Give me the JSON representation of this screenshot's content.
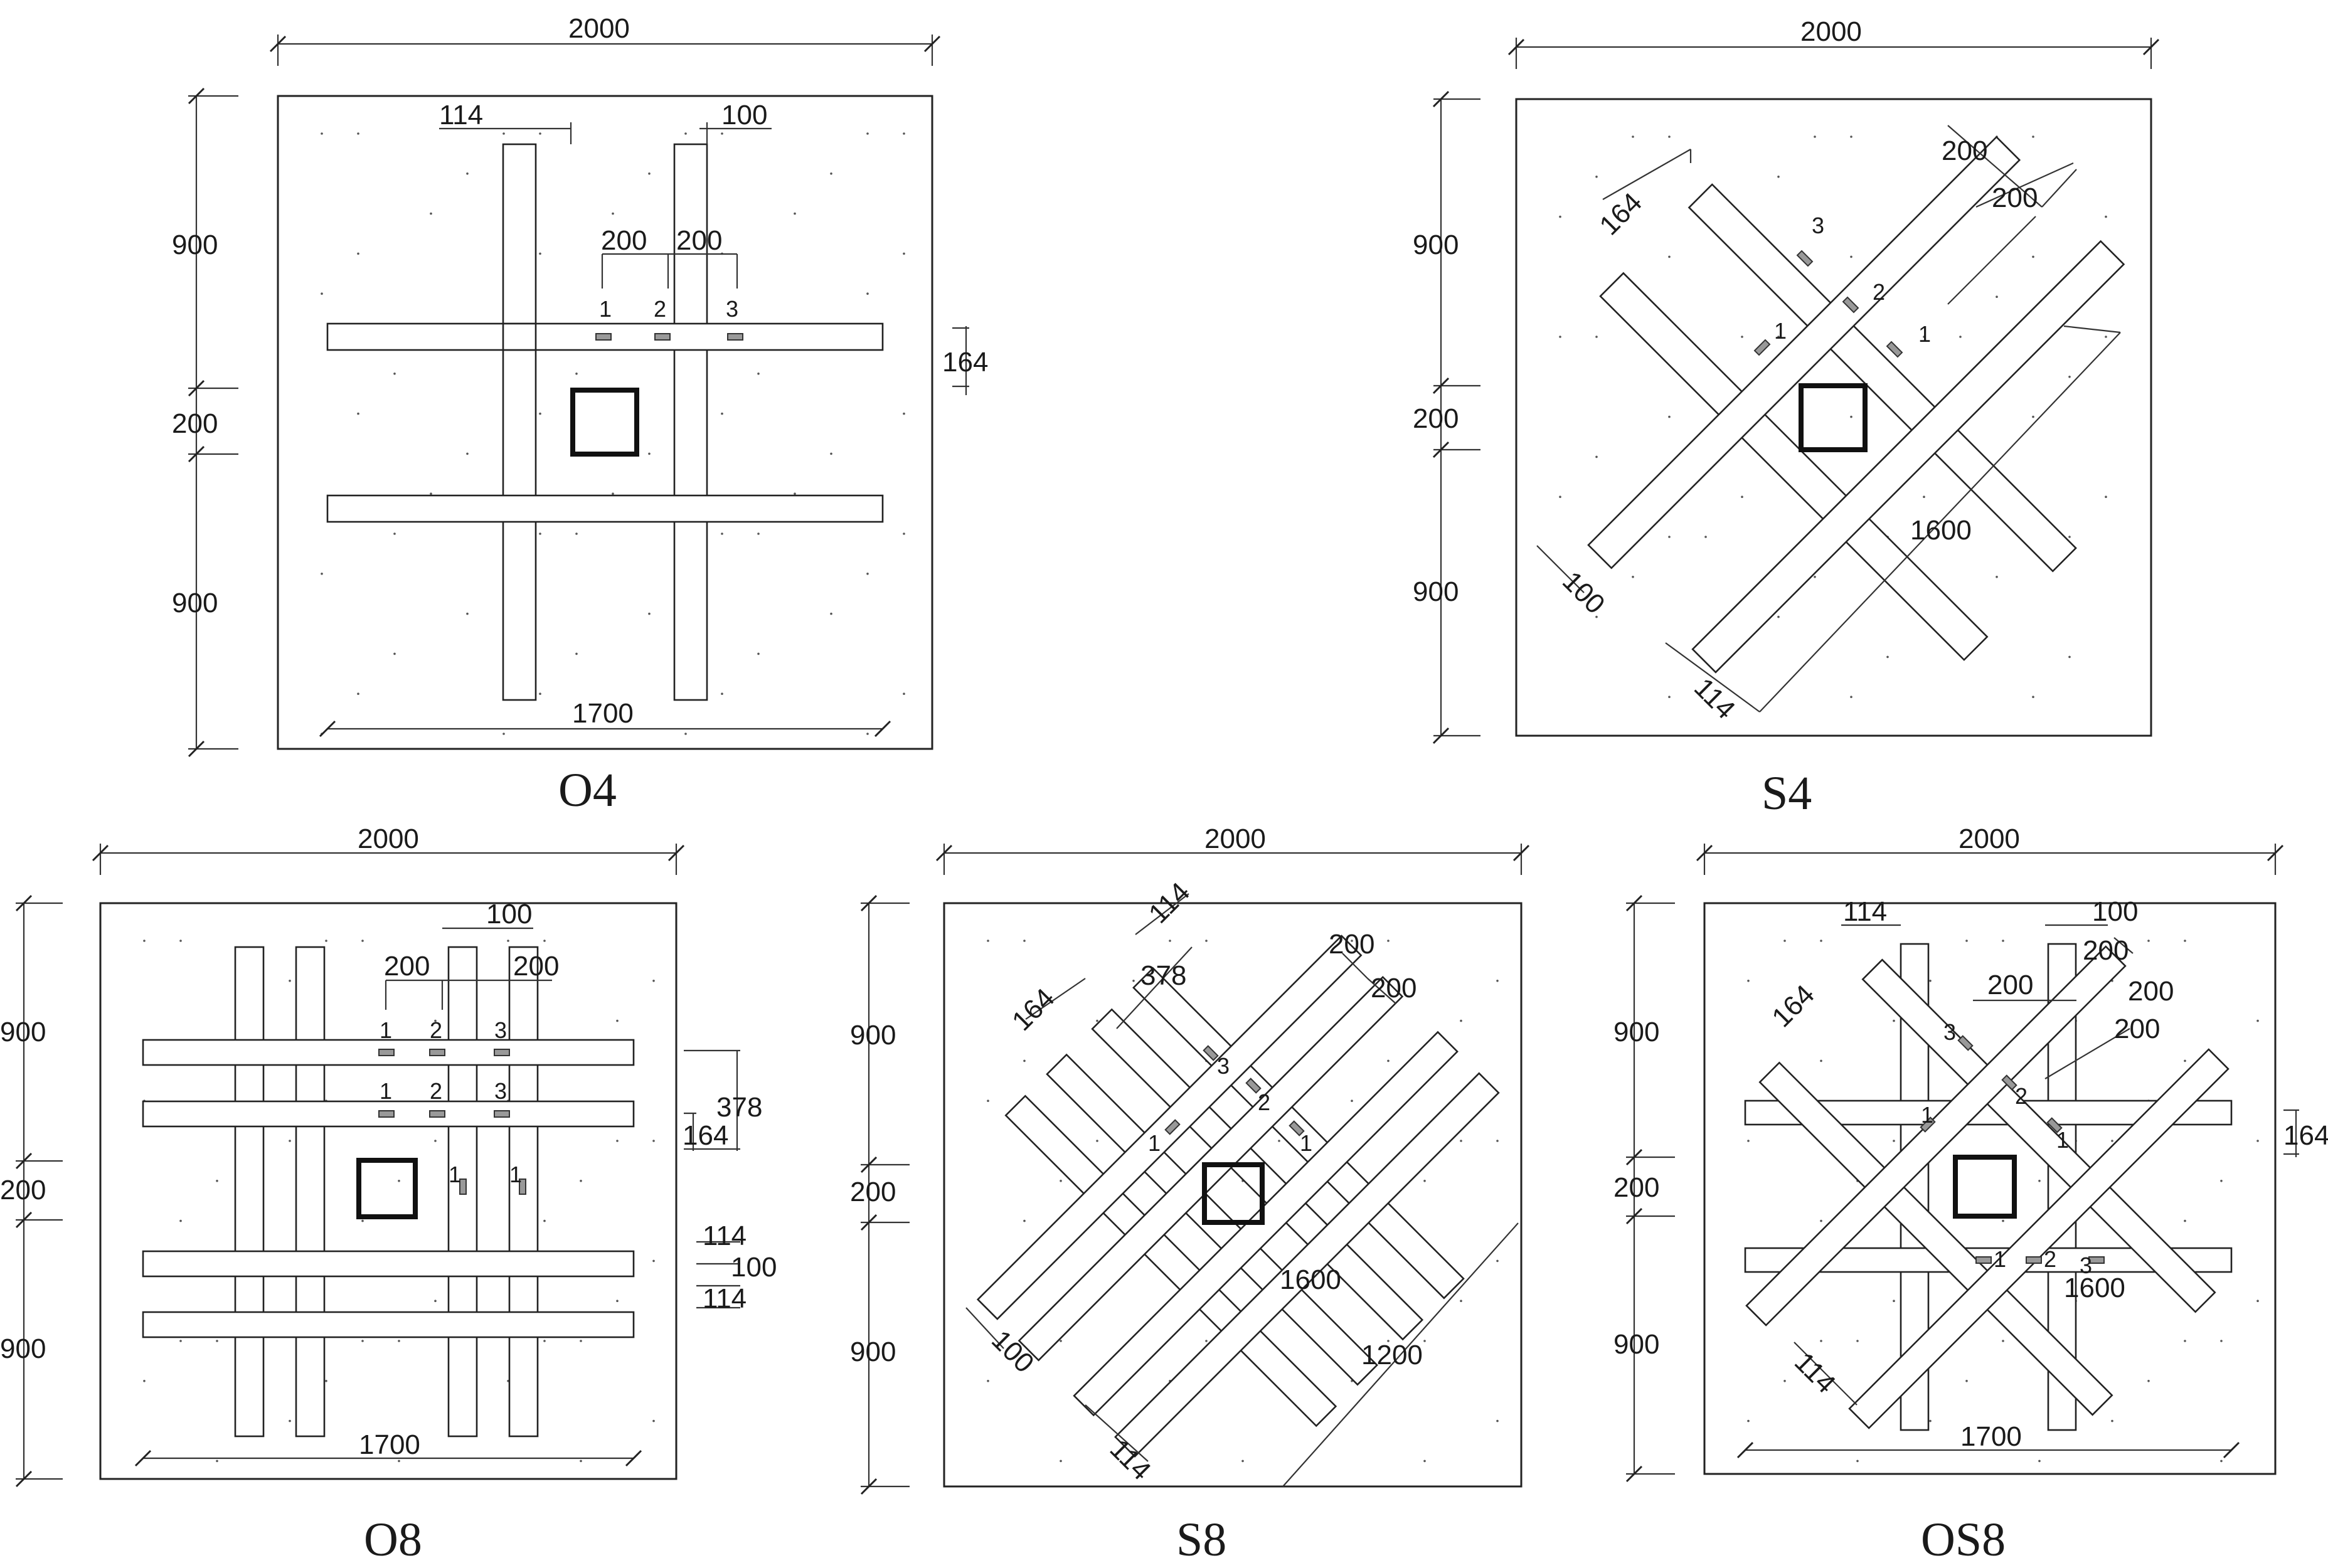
{
  "figure": {
    "colors": {
      "line": "#222222",
      "background": "#ffffff",
      "gauge": "#999999"
    },
    "panels": [
      {
        "id": "O4",
        "caption": "O4",
        "dims": [
          "2000",
          "900",
          "200",
          "900",
          "114",
          "100",
          "200",
          "200",
          "164",
          "1700"
        ],
        "gauges": [
          "1",
          "2",
          "3"
        ]
      },
      {
        "id": "S4",
        "caption": "S4",
        "dims": [
          "2000",
          "900",
          "200",
          "900",
          "164",
          "200",
          "200",
          "1600",
          "100",
          "114"
        ],
        "gauges": [
          "3",
          "2",
          "1",
          "1"
        ]
      },
      {
        "id": "O8",
        "caption": "O8",
        "dims": [
          "2000",
          "900",
          "200",
          "900",
          "100",
          "200",
          "200",
          "378",
          "164",
          "114",
          "100",
          "114",
          "1700"
        ],
        "gauges": [
          "1",
          "2",
          "3",
          "1",
          "2",
          "3",
          "1",
          "1"
        ]
      },
      {
        "id": "S8",
        "caption": "S8",
        "dims": [
          "2000",
          "900",
          "200",
          "900",
          "114",
          "164",
          "378",
          "200",
          "200",
          "1600",
          "1200",
          "100",
          "114"
        ],
        "gauges": [
          "3",
          "2",
          "1",
          "1"
        ]
      },
      {
        "id": "OS8",
        "caption": "OS8",
        "dims": [
          "2000",
          "900",
          "200",
          "900",
          "114",
          "100",
          "200",
          "200",
          "200",
          "164",
          "200",
          "114",
          "1600",
          "1700",
          "164"
        ],
        "gauges": [
          "3",
          "2",
          "1",
          "1",
          "1",
          "2",
          "3"
        ]
      }
    ]
  }
}
